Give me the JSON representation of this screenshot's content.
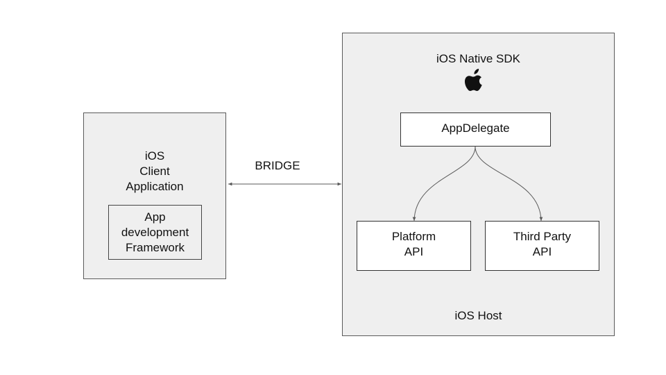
{
  "client": {
    "title": "iOS\nClient\nApplication",
    "framework": "App\ndevelopment\nFramework"
  },
  "bridge": {
    "label": "BRIDGE"
  },
  "host": {
    "sdk_title": "iOS Native SDK",
    "logo_icon": "apple-logo-icon",
    "app_delegate": "AppDelegate",
    "platform_api": "Platform\nAPI",
    "third_party_api": "Third Party\nAPI",
    "footer": "iOS Host"
  },
  "colors": {
    "container_fill": "#efefef",
    "box_fill": "#ffffff",
    "line": "#595959"
  }
}
